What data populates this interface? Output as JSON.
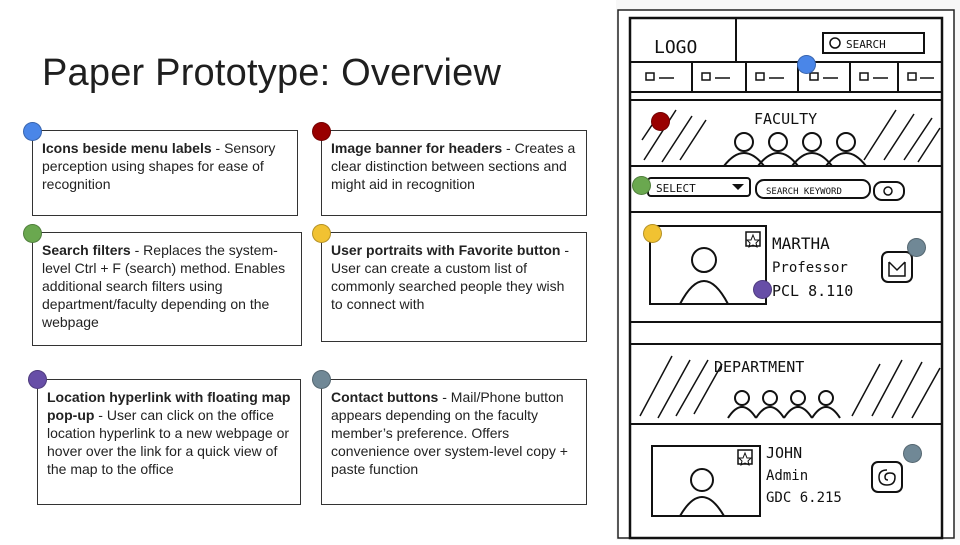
{
  "slide": {
    "title": "Paper Prototype: Overview"
  },
  "colors": {
    "blue": "#4a86e8",
    "red": "#990000",
    "green": "#6aa84f",
    "yellow": "#f1c232",
    "purple": "#674ea7",
    "gray": "#708896"
  },
  "notes": [
    {
      "title": "Icons beside menu labels",
      "sep": " - ",
      "body": "Sensory perception using shapes for ease of recognition",
      "color": "blue"
    },
    {
      "title": "Image banner for headers",
      "sep": " - ",
      "body": "Creates a clear distinction between sections and might aid in recognition",
      "color": "red"
    },
    {
      "title": "Search filters",
      "sep": " - ",
      "body": "Replaces the system-level Ctrl + F (search) method. Enables additional search filters using department/faculty depending on the webpage",
      "color": "green"
    },
    {
      "title": "User portraits with Favorite button",
      "sep": " - ",
      "body": "User can create a custom list of commonly searched people they wish to connect with",
      "color": "yellow"
    },
    {
      "title": "Location hyperlink with floating map pop-up",
      "sep": " - ",
      "body": "User can click on the office location hyperlink to a new webpage or hover over the link for a quick view of the map to the office",
      "color": "purple"
    },
    {
      "title": "Contact buttons",
      "sep": " - ",
      "body": "Mail/Phone button appears depending on the faculty member’s preference. Offers convenience over system-level copy + paste function",
      "color": "gray"
    }
  ],
  "sketch": {
    "logo": "LOGO",
    "search_button": "SEARCH",
    "faculty_banner": "FACULTY",
    "select_label": "SELECT",
    "search_keyword": "SEARCH KEYWORD",
    "person1": {
      "name": "MARTHA",
      "role": "Professor",
      "office": "PCL 8.110"
    },
    "department_banner": "DEPARTMENT",
    "person2": {
      "name": "JOHN",
      "role": "Admin",
      "office": "GDC 6.215"
    }
  }
}
